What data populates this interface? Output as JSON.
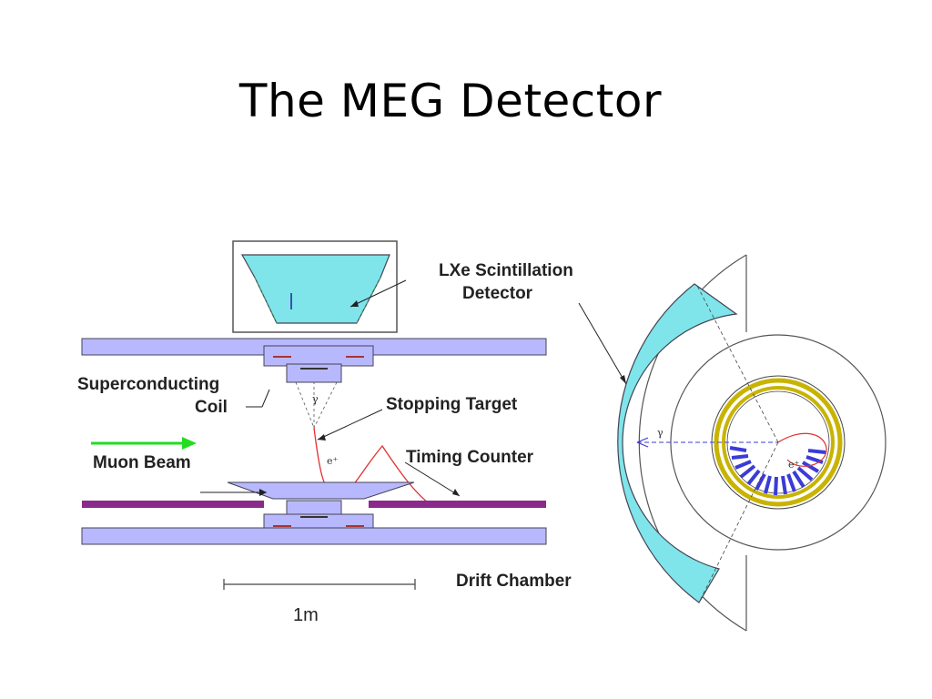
{
  "title": "The MEG Detector",
  "labels": {
    "lxe_line1": "LXe Scintillation",
    "lxe_line2": "Detector",
    "coil_line1": "Superconducting",
    "coil_line2": "Coil",
    "stopping_target": "Stopping Target",
    "muon_beam": "Muon Beam",
    "timing_counter": "Timing Counter",
    "drift_chamber": "Drift Chamber",
    "scale": "1m",
    "gamma": "γ",
    "positron": "e⁺"
  },
  "colors": {
    "lxe": "#7fe5ea",
    "coil": "#b8b8ff",
    "timing_bar": "#8a2a8a",
    "beam_arrow": "#22dd22",
    "track": "#e03030",
    "drift": "#3b3bd8",
    "ring": "#c8b400"
  },
  "icons": {
    "beam_arrow": "right-arrow-icon"
  }
}
